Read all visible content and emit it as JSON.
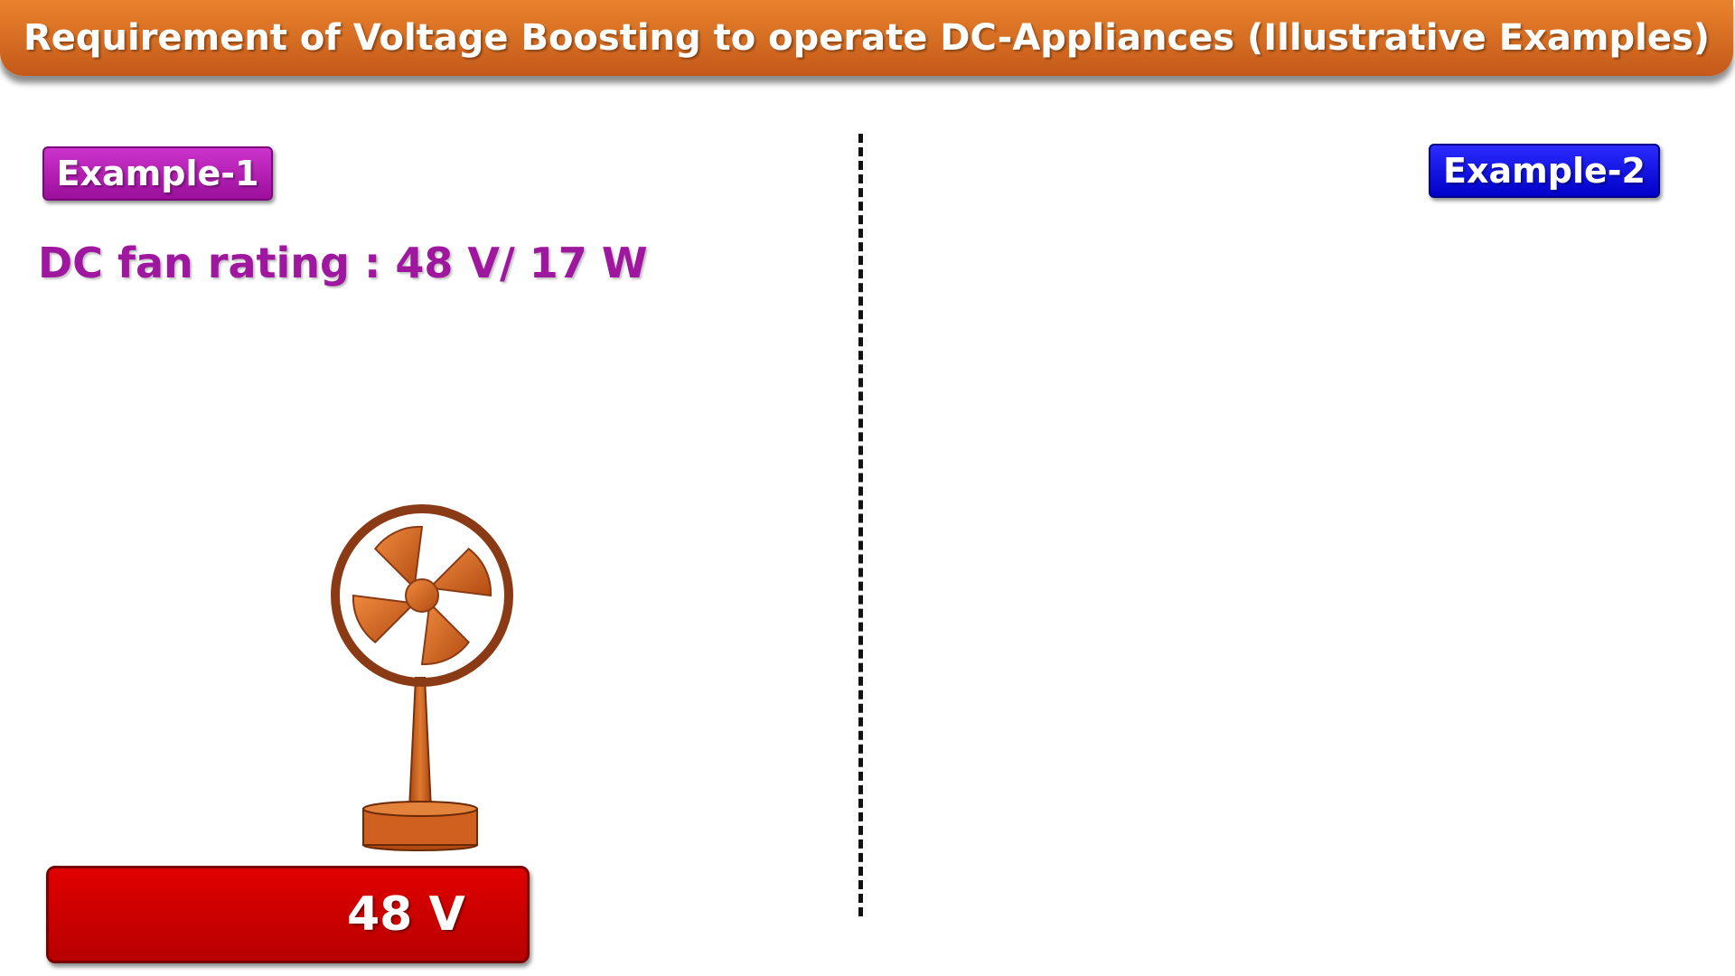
{
  "header": {
    "title": "Requirement of Voltage Boosting to operate DC-Appliances (Illustrative Examples)"
  },
  "example1": {
    "badge": "Example-1",
    "rating": "DC fan rating : 48 V/ 17 W",
    "voltage": "48 V"
  },
  "example2": {
    "badge": "Example-2"
  },
  "icons": {
    "fan": "table-fan-icon"
  },
  "colors": {
    "title_bar": "#d76a22",
    "example1_accent": "#a0179f",
    "example2_accent": "#0000e0",
    "voltage_source": "#cc0000",
    "fan": "#c8591a"
  }
}
